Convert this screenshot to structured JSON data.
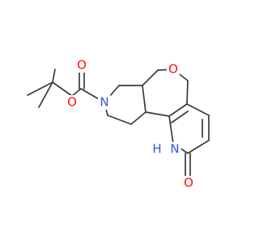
{
  "atoms": [
    {
      "id": "O_carbonyl_top",
      "text": "O",
      "color": "#ff0d0d"
    },
    {
      "id": "O_ester",
      "text": "O",
      "color": "#ff0d0d"
    },
    {
      "id": "N_piperidine",
      "text": "N",
      "color": "#3050f8"
    },
    {
      "id": "O_ring",
      "text": "O",
      "color": "#ff0d0d"
    },
    {
      "id": "NH_pyridone",
      "text": "N",
      "color": "#3050f8"
    },
    {
      "id": "H_pyridone",
      "text": "H",
      "color": "#3050f8"
    },
    {
      "id": "O_pyridone",
      "text": "O",
      "color": "#ff0d0d"
    }
  ],
  "colors": {
    "bond": "#3a3a3a",
    "oxygen": "#ff0d0d",
    "nitrogen": "#3050f8"
  }
}
